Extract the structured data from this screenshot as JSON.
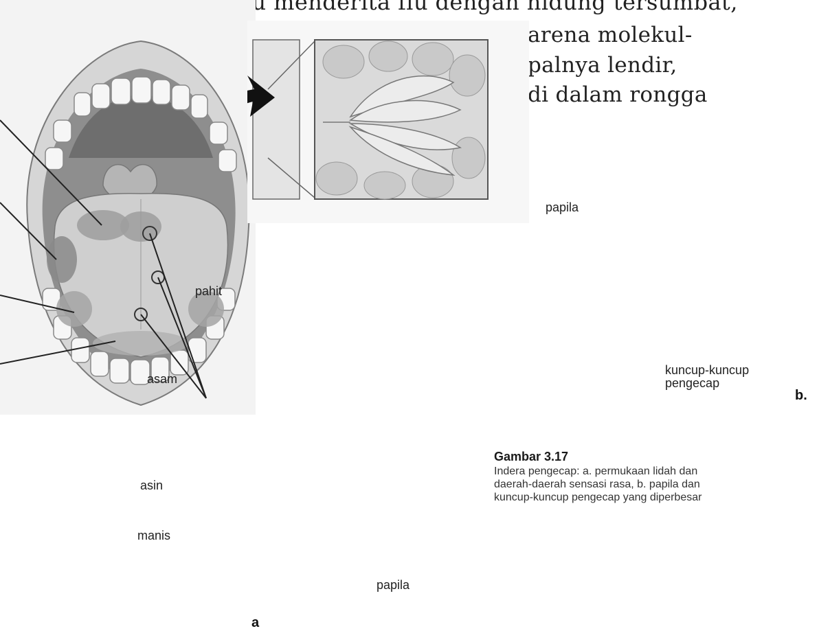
{
  "page_text": {
    "top_line": "Ketika kamu menderita flu dengan hidung tersumbat,",
    "lines": [
      "arena molekul-",
      "palnya lendir,",
      "di dalam rongga"
    ]
  },
  "figure_a": {
    "labels": {
      "pahit": "pahit",
      "asam": "asam",
      "asin": "asin",
      "manis": "manis",
      "papila": "papila",
      "letter": "a"
    }
  },
  "figure_b": {
    "labels": {
      "papila": "papila",
      "kuncup": "kuncup-kuncup\npengecap",
      "letter": "b."
    }
  },
  "caption": {
    "title": "Gambar 3.17",
    "text": "Indera pengecap: a. permukaan lidah dan daerah-daerah sensasi rasa, b. papila dan kuncup-kuncup pengecap yang diperbesar"
  }
}
